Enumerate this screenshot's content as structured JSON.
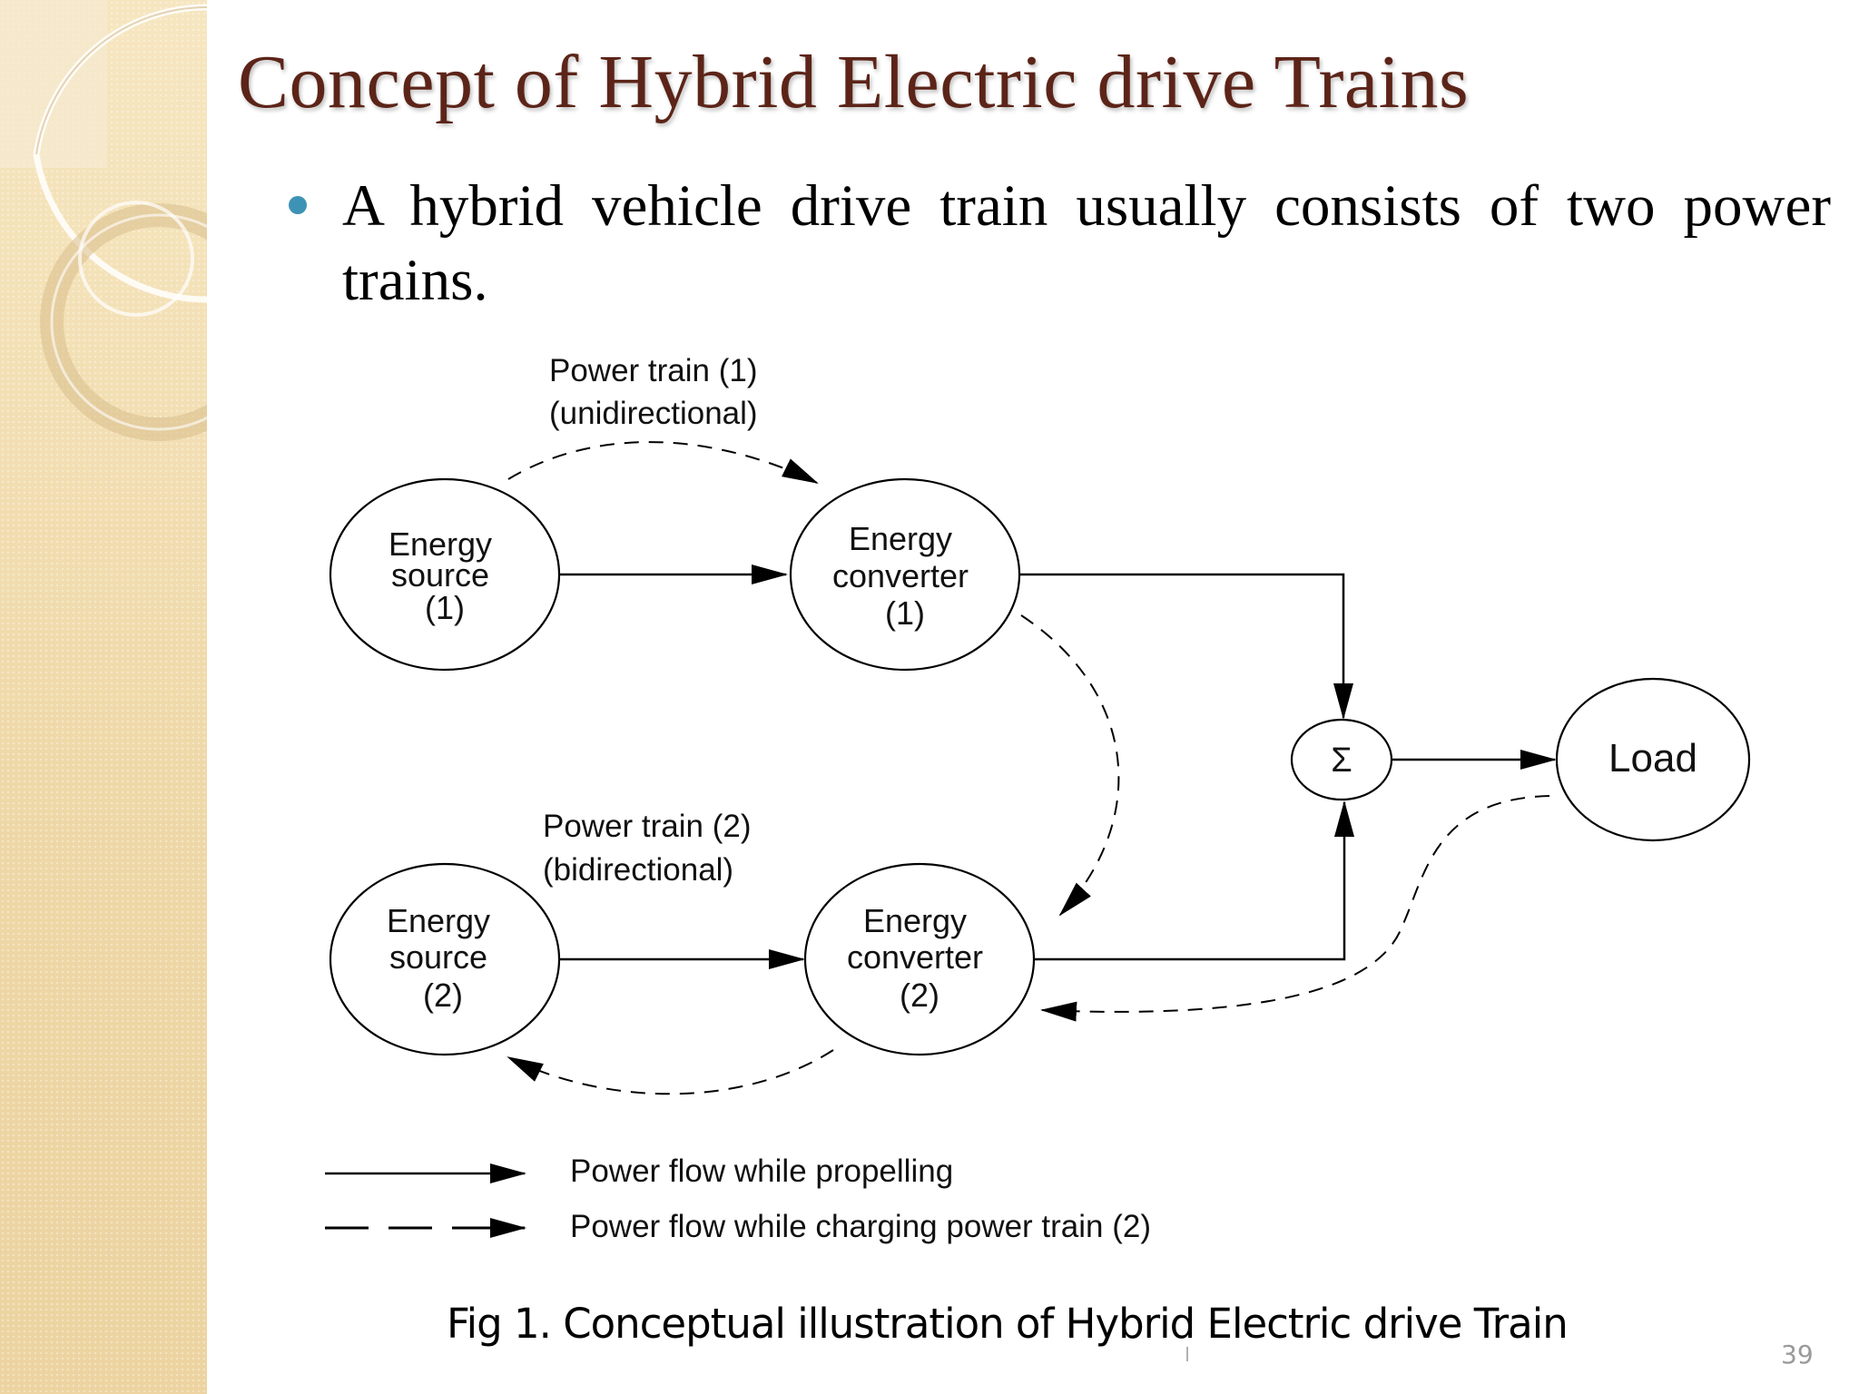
{
  "slide": {
    "title": "Concept of Hybrid Electric drive Trains",
    "bullet": "A hybrid  vehicle  drive  train  usually  consists  of  two  power trains.",
    "caption": "Fig 1. Conceptual illustration of Hybrid Electric drive Train",
    "page_number": "39"
  },
  "diagram": {
    "source1": [
      "Energy",
      "source",
      "(1)"
    ],
    "converter1": [
      "Energy",
      "converter",
      "(1)"
    ],
    "source2": [
      "Energy",
      "source",
      "(2)"
    ],
    "converter2": [
      "Energy",
      "converter",
      "(2)"
    ],
    "sum": "Σ",
    "load": "Load",
    "train1": [
      "Power train (1)",
      "(unidirectional)"
    ],
    "train2": [
      "Power train (2)",
      "(bidirectional)"
    ],
    "legend": {
      "solid": "Power flow while propelling",
      "dashed": "Power flow while charging power train (2)"
    }
  }
}
